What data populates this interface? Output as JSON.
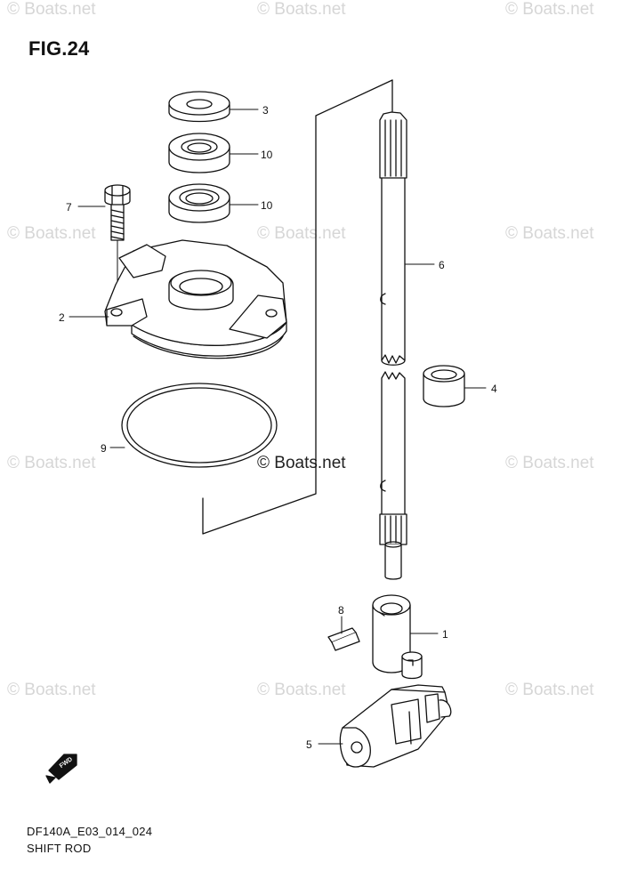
{
  "figure": {
    "title": "FIG.24",
    "model_code": "DF140A_E03_014_024",
    "name": "SHIFT ROD"
  },
  "watermark": "© Boats.net",
  "direction_label": "FWD",
  "callouts": [
    "3",
    "10",
    "10",
    "7",
    "6",
    "2",
    "4",
    "9",
    "8",
    "1",
    "5"
  ],
  "colors": {
    "line": "#111111",
    "watermark": "#d6d6d6"
  }
}
